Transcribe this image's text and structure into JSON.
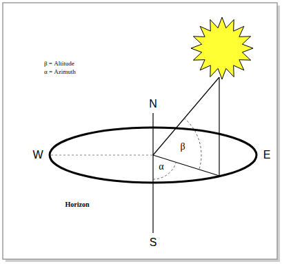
{
  "diagram": {
    "labels": [
      "β = Altitude",
      "α = Azimuth",
      "N",
      "S",
      "W",
      "E",
      "β",
      "α",
      "Horizon"
    ]
  }
}
